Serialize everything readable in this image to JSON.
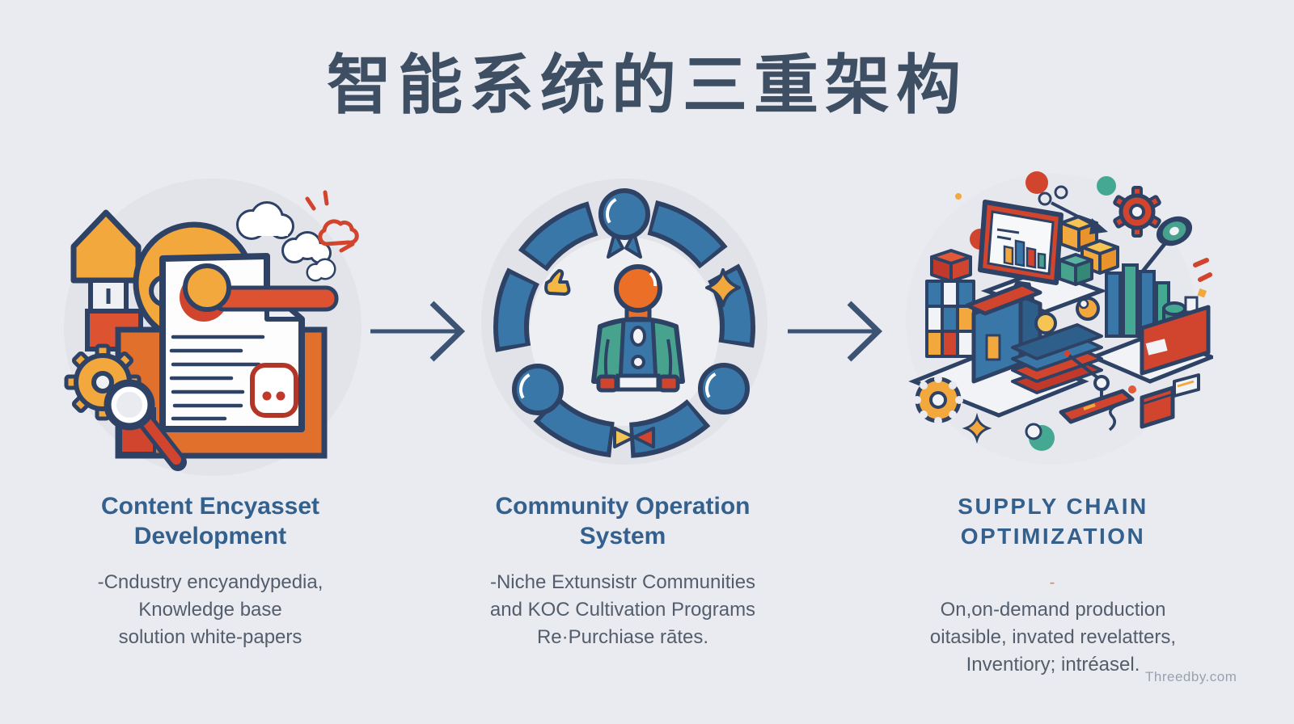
{
  "title": "智能系统的三重架构",
  "watermark": "Threedby.com",
  "colors": {
    "background": "#e9ebf1",
    "title_text": "#3e4e63",
    "heading_text": "#34608d",
    "body_text": "#535d6b",
    "outline_navy": "#2e4266",
    "orange": "#f3a83e",
    "red_orange": "#d1452e",
    "steel_blue": "#3a77a9",
    "teal": "#47a28e",
    "arrow": "#3d5374",
    "watermark_text": "#9aa1ae"
  },
  "columns": [
    {
      "illustration": "content-asset-document",
      "heading_line1": "Content Encyasset",
      "heading_line2": "Development",
      "body_line1": "-Cndustry encyandypedia,",
      "body_line2": "Knowledge base",
      "body_line3": "solution white-papers"
    },
    {
      "illustration": "community-operation-ring",
      "heading_line1": "Community Operation",
      "heading_line2": "System",
      "body_line1": "-Niche Extunsistr Communities",
      "body_line2": "and KOC Cultivation Programs",
      "body_line3": "Re·Purchiase rātes."
    },
    {
      "illustration": "supply-chain-isometric",
      "heading_line1": "SUPPLY CHAIN",
      "heading_line2": "OPTIMIZATION",
      "bullet": "-",
      "body_line1": "On,on-demand production",
      "body_line2": "oitasible, invated revelatters,",
      "body_line3": "Inventiory; intréasel."
    }
  ]
}
